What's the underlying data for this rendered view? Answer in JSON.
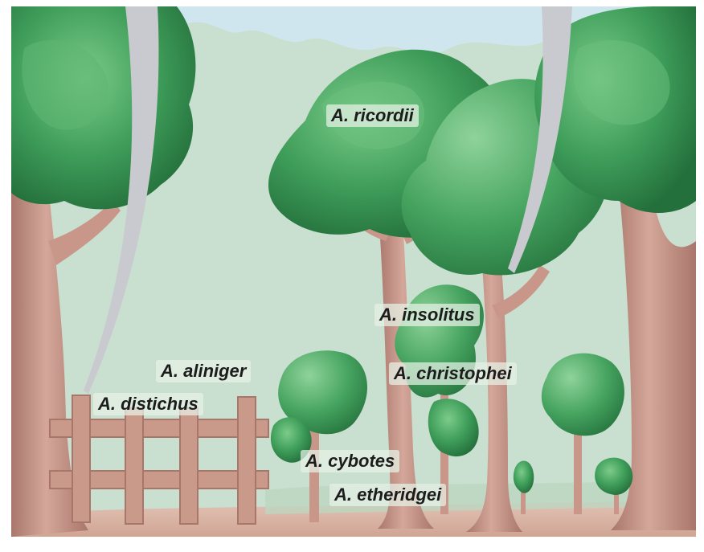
{
  "species_labels": {
    "ricordii": "A. ricordii",
    "insolitus": "A. insolitus",
    "aliniger": "A. aliniger",
    "christophei": "A. christophei",
    "distichus": "A. distichus",
    "cybotes": "A. cybotes",
    "etheridgei": "A. etheridgei"
  },
  "colors": {
    "sky": "#cfe6ee",
    "background_foliage": "#c9dfcf",
    "foliage_dark": "#2f8a4c",
    "foliage_mid": "#3f9e5a",
    "foliage_light": "#6cbf7e",
    "trunk": "#c9968a",
    "trunk_shadow": "#a9766b",
    "ground": "#d9b7a8",
    "fence": "#c99a8a",
    "curve_lines": "#c9cacf"
  }
}
